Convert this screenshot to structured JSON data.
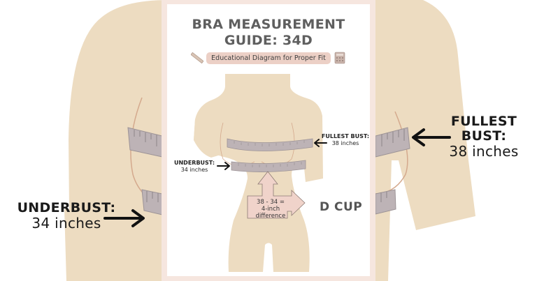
{
  "poster": {
    "title_line1": "BRA MEASUREMENT",
    "title_line2": "GUIDE: 34D",
    "subtitle": "Educational Diagram for Proper Fit",
    "icons": [
      "ruler-icon",
      "calculator-icon"
    ],
    "fullest_bust": {
      "label": "FULLEST BUST:",
      "value": "38 inches"
    },
    "underbust": {
      "label": "UNDERBUST:",
      "value": "34 inches"
    },
    "calculation": {
      "line1": "38 - 34 =",
      "line2": "4-inch",
      "line3": "difference"
    },
    "result": "D CUP"
  },
  "background": {
    "fullest_bust": {
      "label": "FULLEST BUST:",
      "value": "38 inches"
    },
    "underbust": {
      "label": "UNDERBUST:",
      "value": "34 inches"
    }
  },
  "colors": {
    "skin": "#eddcc1",
    "poster_border": "#f6e6df",
    "tape": "#bdb3b6",
    "tape_edge": "#9c9396",
    "pill": "#ecd0c6",
    "arrow_fill": "#f0d3ca",
    "title": "#5f5f5f"
  }
}
